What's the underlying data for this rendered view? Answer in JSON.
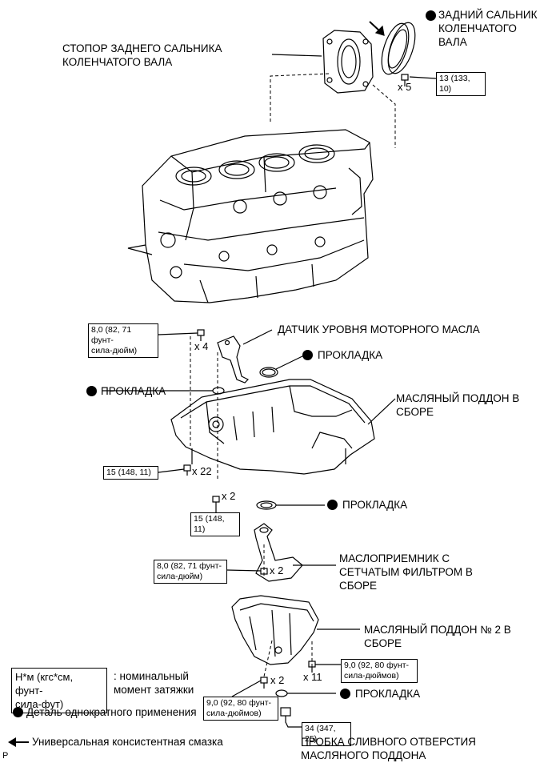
{
  "labels": {
    "rear_seal": "ЗАДНИЙ САЛЬНИК\nКОЛЕНЧАТОГО\nВАЛА",
    "rear_seal_retainer": "СТОПОР ЗАДНЕГО САЛЬНИКА\nКОЛЕНЧАТОГО ВАЛА",
    "oil_level_sensor": "ДАТЧИК УРОВНЯ МОТОРНОГО МАСЛА",
    "gasket_1": "ПРОКЛАДКА",
    "gasket_2": "ПРОКЛАДКА",
    "gasket_3": "ПРОКЛАДКА",
    "gasket_4": "ПРОКЛАДКА",
    "oil_pan": "МАСЛЯНЫЙ ПОДДОН В\nСБОРЕ",
    "strainer": "МАСЛОПРИЕМНИК С\nСЕТЧАТЫМ ФИЛЬТРОМ В\nСБОРЕ",
    "oil_pan_2": "МАСЛЯНЫЙ ПОДДОН № 2 В\nСБОРЕ",
    "drain_plug": "ПРОБКА СЛИВНОГО ОТВЕРСТИЯ\nМАСЛЯНОГО ПОДДОНА"
  },
  "torques": {
    "t_rear": "13 (133, 10)",
    "t_sensor": "8,0 (82, 71 фунт-\nсила-дюйм)",
    "t_pan_a": "15 (148, 11)",
    "t_pan_b": "15 (148, 11)",
    "t_strainer": "8,0 (82, 71 фунт-\nсила-дюйм)",
    "t_pan2_a": "9,0 (92, 80 фунт-\nсила-дюймов)",
    "t_pan2_b": "9,0 (92, 80 фунт-\nсила-дюймов)",
    "t_drain": "34 (347, 25)"
  },
  "counts": {
    "c_rear": "x 5",
    "c_sensor": "x 4",
    "c_pan_22": "x 22",
    "c_pan_2": "x 2",
    "c_strainer": "x 2",
    "c_pan2_2": "x 2",
    "c_pan2_11": "x 11"
  },
  "legend": {
    "torque_box": "Н*м (кгс*см, фунт-\nсила-фут)",
    "torque_desc": ": номинальный\nмомент затяжки",
    "nonreusable": "Деталь однократного применения",
    "grease": "Универсальная консистентная смазка"
  },
  "corner_mark": "P"
}
